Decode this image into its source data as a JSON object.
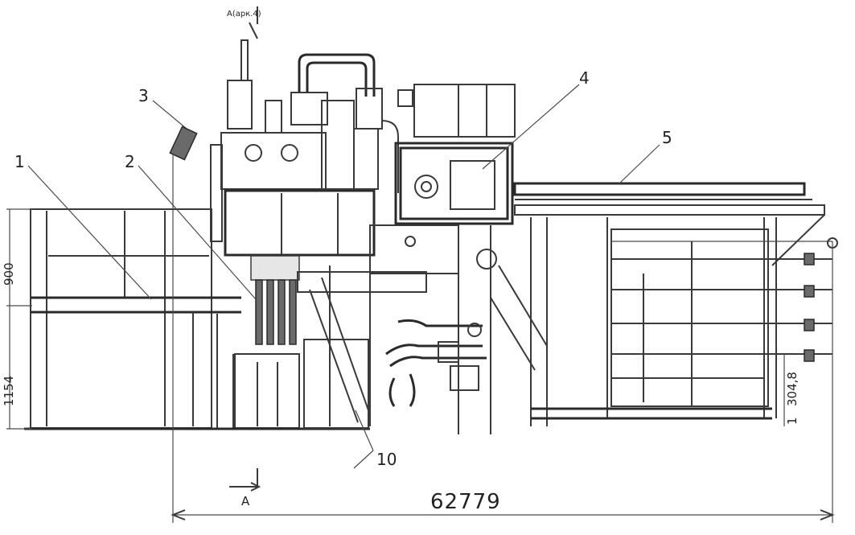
{
  "callouts": [
    "1",
    "2",
    "3",
    "4",
    "5",
    "10"
  ],
  "section_marker": "A",
  "section_note": "A(арк.4)",
  "dimensions": {
    "upper_left": "900",
    "lower_left": "1154",
    "right_height": "304,8",
    "right_prefix": "1",
    "overall_length": "62779"
  }
}
